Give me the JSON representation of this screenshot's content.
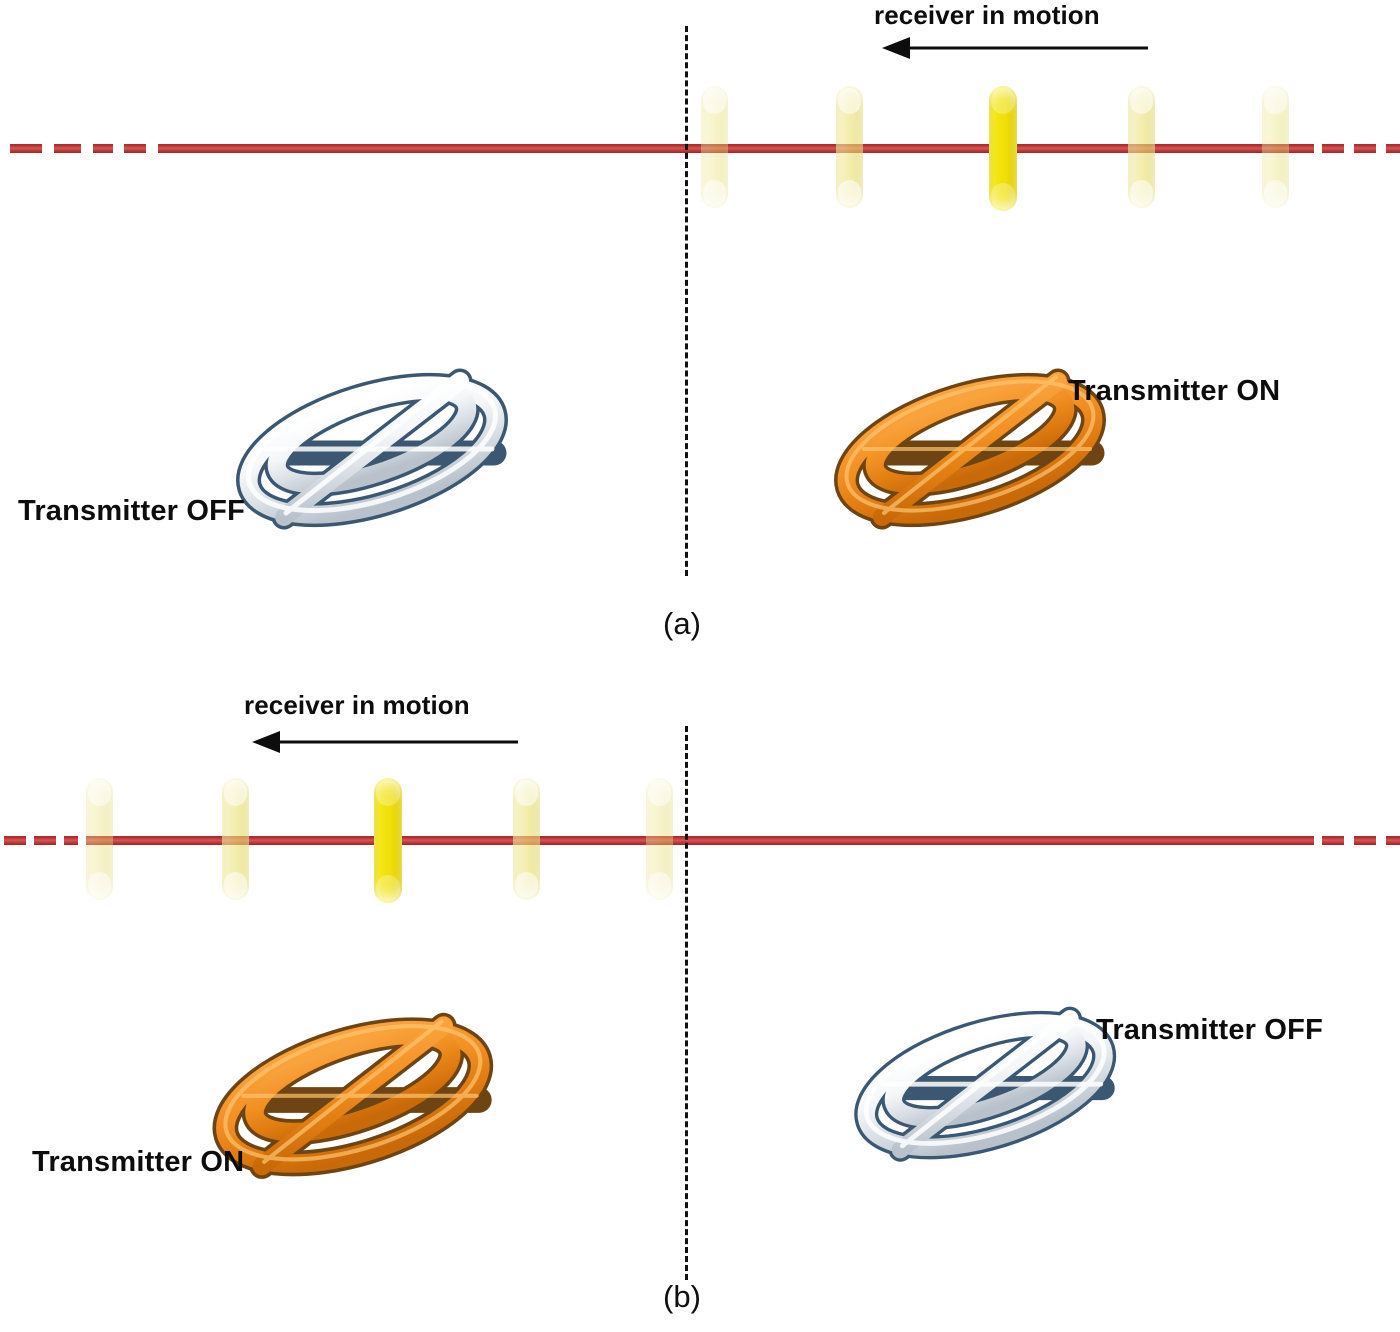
{
  "figure": {
    "type": "diagram",
    "subject": "Doppler effect: receiver in motion relative to transmitter",
    "colors": {
      "signal_line": "#b53232",
      "wavefront": "#ece277",
      "wavefront_active": "#f0df08",
      "transmitter_on": "#ef8a1e",
      "transmitter_off": "#e8ecf0",
      "divider": "#111111",
      "text": "#0d0d0d"
    }
  },
  "panels": [
    {
      "id": "a",
      "caption": "(a)",
      "motion_label": "receiver in motion",
      "motion_direction": "left",
      "left_side": {
        "transmitter_label": "Transmitter OFF",
        "state": "off"
      },
      "right_side": {
        "transmitter_label": "Transmitter ON",
        "state": "on"
      },
      "wavefronts": [
        {
          "index": 1,
          "opacity": 0.4
        },
        {
          "index": 2,
          "opacity": 0.62
        },
        {
          "index": 3,
          "opacity": 1.0
        },
        {
          "index": 4,
          "opacity": 0.62
        },
        {
          "index": 5,
          "opacity": 0.4
        }
      ]
    },
    {
      "id": "b",
      "caption": "(b)",
      "motion_label": "receiver in motion",
      "motion_direction": "left",
      "left_side": {
        "transmitter_label": "Transmitter ON",
        "state": "on"
      },
      "right_side": {
        "transmitter_label": "Transmitter OFF",
        "state": "off"
      },
      "wavefronts": [
        {
          "index": 1,
          "opacity": 0.4
        },
        {
          "index": 2,
          "opacity": 0.62
        },
        {
          "index": 3,
          "opacity": 1.0
        },
        {
          "index": 4,
          "opacity": 0.62
        },
        {
          "index": 5,
          "opacity": 0.4
        }
      ]
    }
  ],
  "icons": {
    "antenna_on": "antenna-icon",
    "antenna_off": "antenna-icon",
    "arrow_left": "arrow-left-icon"
  }
}
